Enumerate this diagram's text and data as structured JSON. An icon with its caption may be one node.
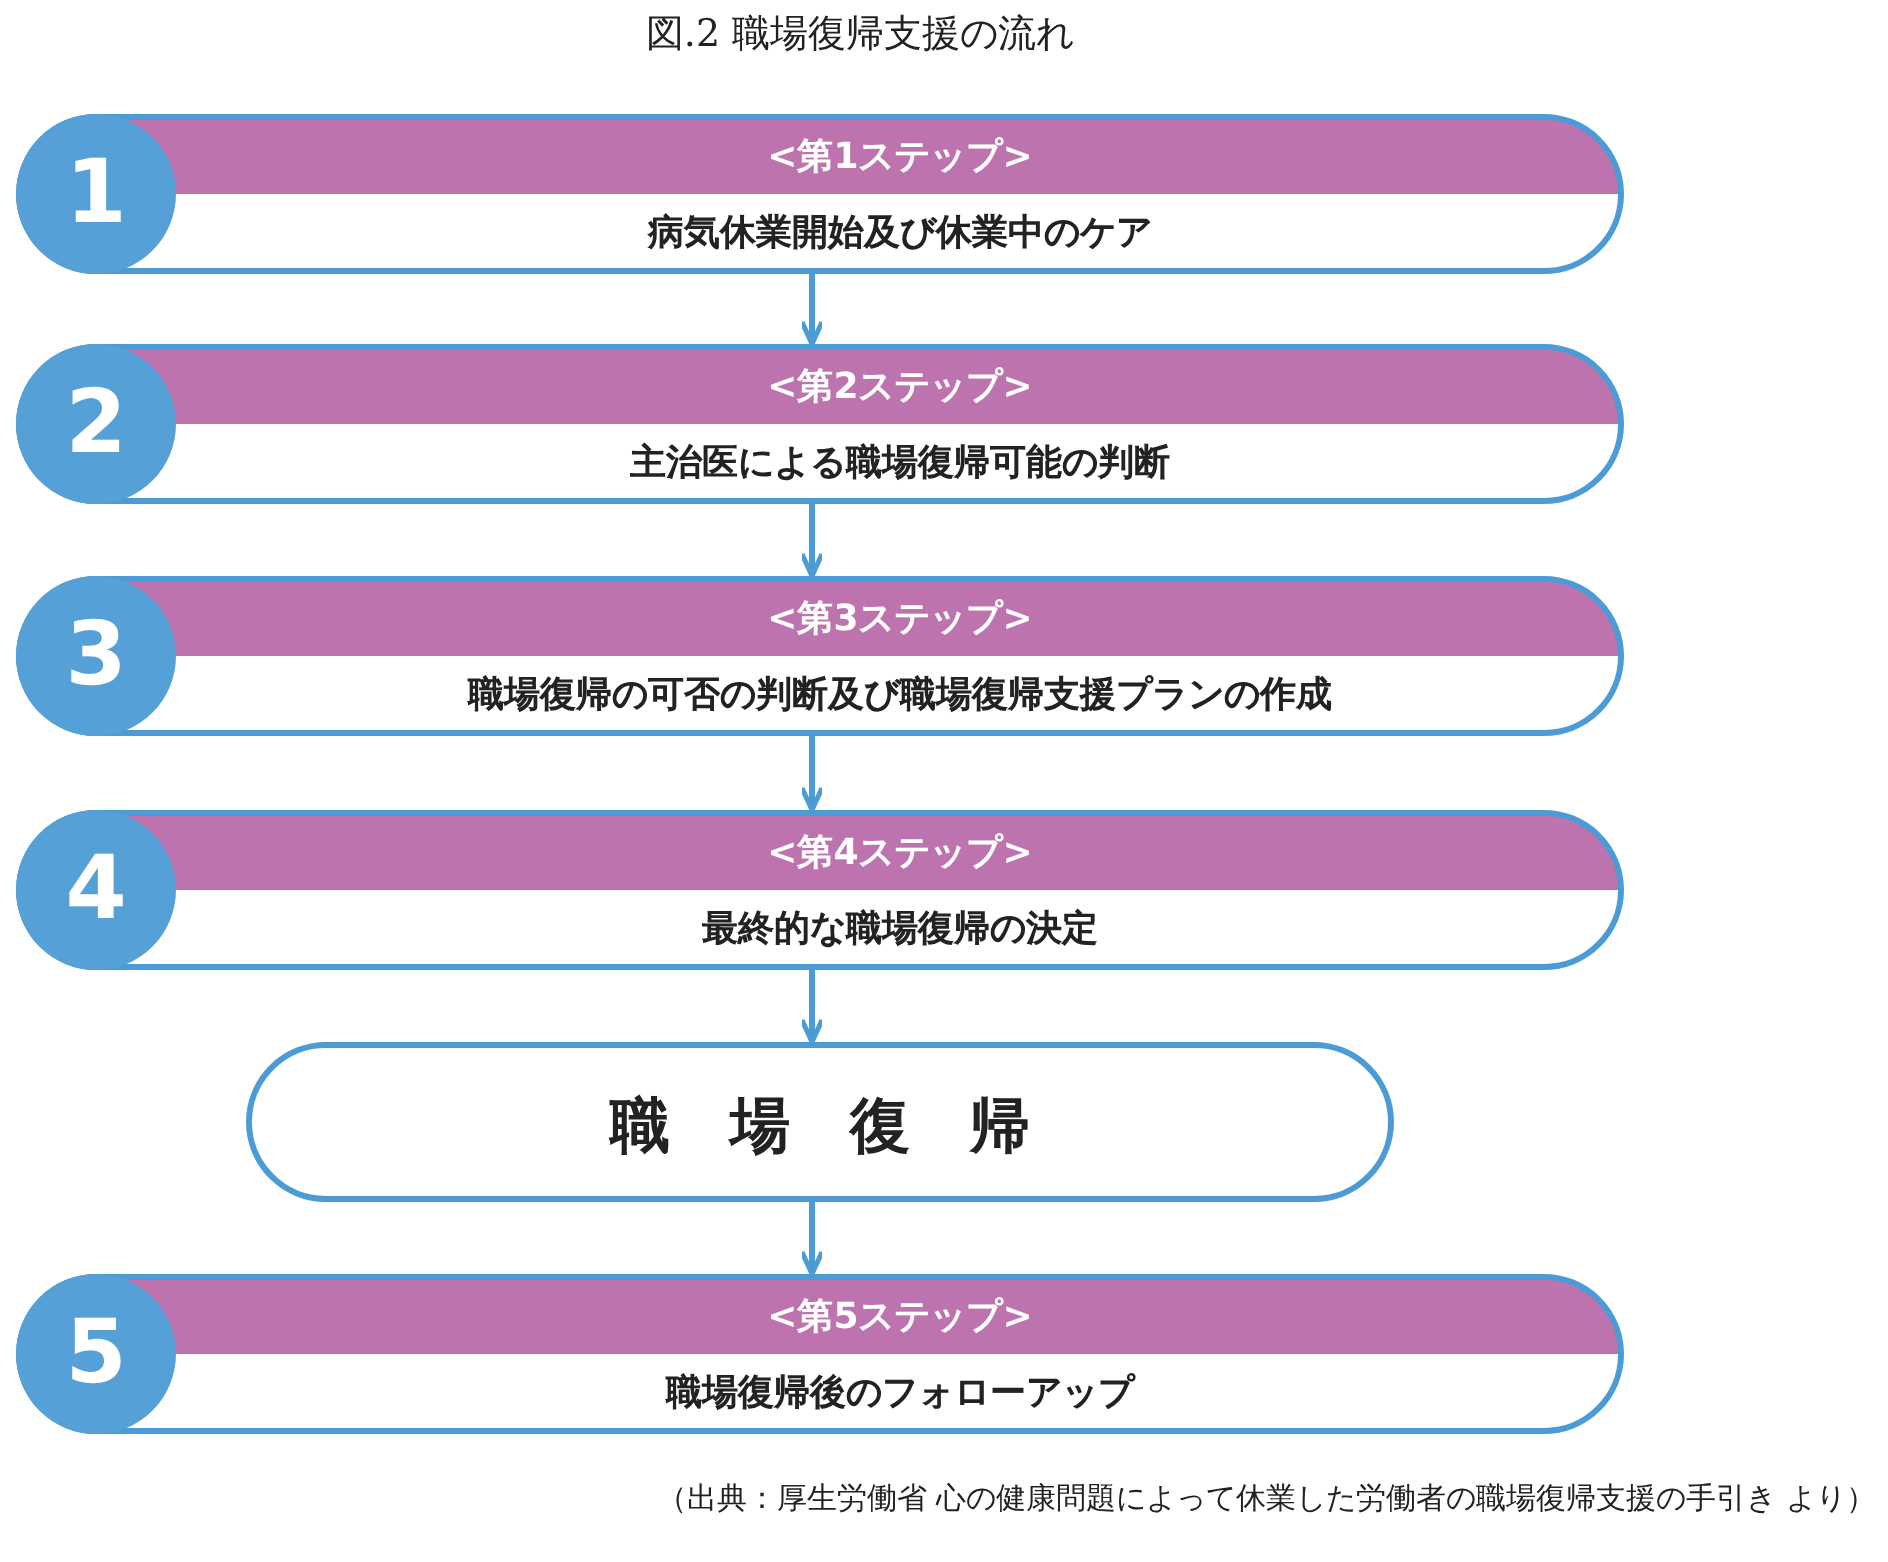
{
  "diagram": {
    "title": "図.2 職場復帰支援の流れ",
    "caption": "（出典：厚生労働省 心の健康問題によって休業した労働者の職場復帰支援の手引き より）",
    "nodes": [
      {
        "text": [
          "1",
          "<第1ステップ>",
          "病気休業開始及び休業中のケア"
        ]
      },
      {
        "text": [
          "2",
          "<第2ステップ>",
          "主治医による職場復帰可能の判断"
        ]
      },
      {
        "text": [
          "3",
          "<第3ステップ>",
          "職場復帰の可否の判断及び職場復帰支援プランの作成"
        ]
      },
      {
        "text": [
          "4",
          "<第4ステップ>",
          "最終的な職場復帰の決定"
        ]
      },
      {
        "text": [
          "職場復帰"
        ]
      },
      {
        "text": [
          "5",
          "<第5ステップ>",
          "職場復帰後のフォローアップ"
        ]
      }
    ],
    "edges": [
      {
        "from": 0,
        "to": 1,
        "arrow": "to"
      },
      {
        "from": 1,
        "to": 2,
        "arrow": "to"
      },
      {
        "from": 2,
        "to": 3,
        "arrow": "to"
      },
      {
        "from": 3,
        "to": 4,
        "arrow": "to"
      },
      {
        "from": 4,
        "to": 5,
        "arrow": "to"
      }
    ]
  }
}
